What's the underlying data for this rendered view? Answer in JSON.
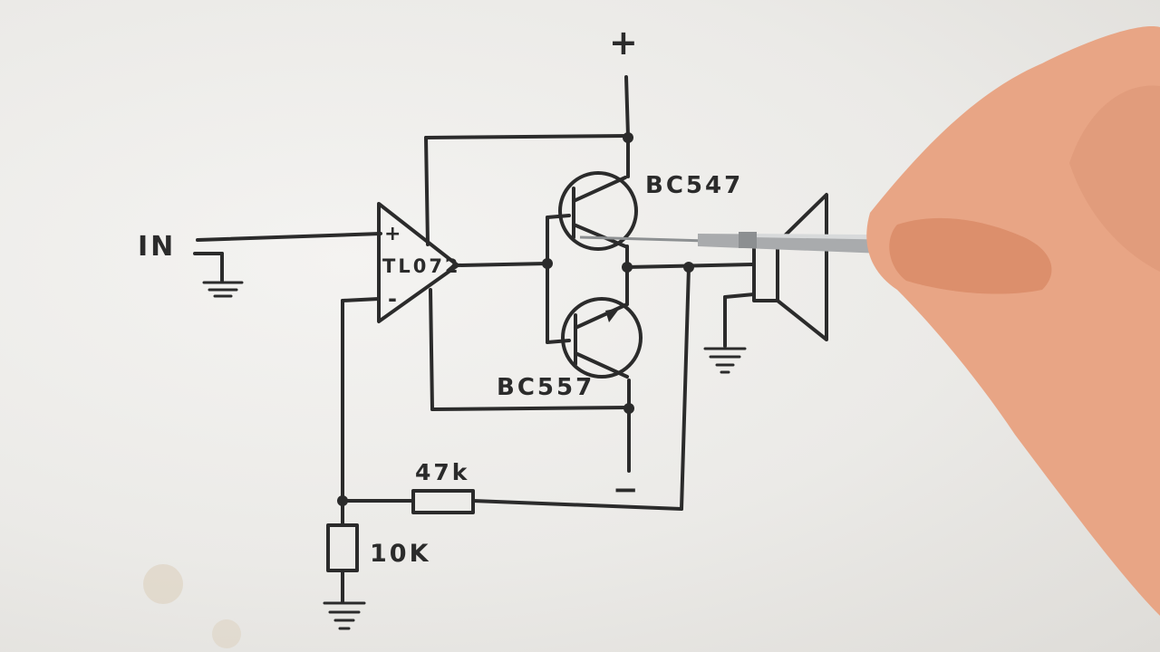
{
  "labels": {
    "input": "IN",
    "opamp": "TL072",
    "opamp_plus": "+",
    "opamp_minus": "-",
    "npn": "BC547",
    "pnp": "BC557",
    "supply_pos": "+",
    "supply_neg": "−",
    "feedback_resistor": "47k",
    "ground_resistor": "10K"
  },
  "colors": {
    "ink": "#2b2b2b",
    "paper": "#ecebe8",
    "skin": "#e8a585",
    "pen": "#a9abad"
  }
}
